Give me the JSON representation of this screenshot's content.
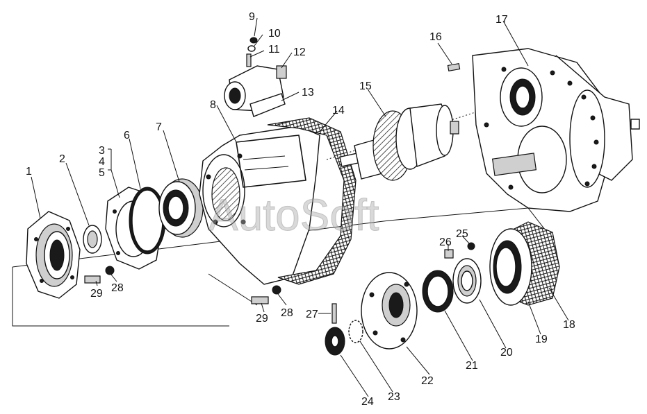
{
  "watermark": "AutoSoft",
  "callouts": [
    {
      "id": "c1",
      "label": "1"
    },
    {
      "id": "c2",
      "label": "2"
    },
    {
      "id": "c3",
      "label": "3"
    },
    {
      "id": "c4",
      "label": "4"
    },
    {
      "id": "c5",
      "label": "5"
    },
    {
      "id": "c6",
      "label": "6"
    },
    {
      "id": "c7",
      "label": "7"
    },
    {
      "id": "c8",
      "label": "8"
    },
    {
      "id": "c9",
      "label": "9"
    },
    {
      "id": "c10",
      "label": "10"
    },
    {
      "id": "c11",
      "label": "11"
    },
    {
      "id": "c12",
      "label": "12"
    },
    {
      "id": "c13",
      "label": "13"
    },
    {
      "id": "c14",
      "label": "14"
    },
    {
      "id": "c15",
      "label": "15"
    },
    {
      "id": "c16",
      "label": "16"
    },
    {
      "id": "c17",
      "label": "17"
    },
    {
      "id": "c18",
      "label": "18"
    },
    {
      "id": "c19",
      "label": "19"
    },
    {
      "id": "c20",
      "label": "20"
    },
    {
      "id": "c21",
      "label": "21"
    },
    {
      "id": "c22",
      "label": "22"
    },
    {
      "id": "c23",
      "label": "23"
    },
    {
      "id": "c24",
      "label": "24"
    },
    {
      "id": "c25",
      "label": "25"
    },
    {
      "id": "c26",
      "label": "26"
    },
    {
      "id": "c27",
      "label": "27"
    },
    {
      "id": "c28a",
      "label": "28"
    },
    {
      "id": "c28b",
      "label": "28"
    },
    {
      "id": "c29a",
      "label": "29"
    },
    {
      "id": "c29b",
      "label": "29"
    }
  ]
}
